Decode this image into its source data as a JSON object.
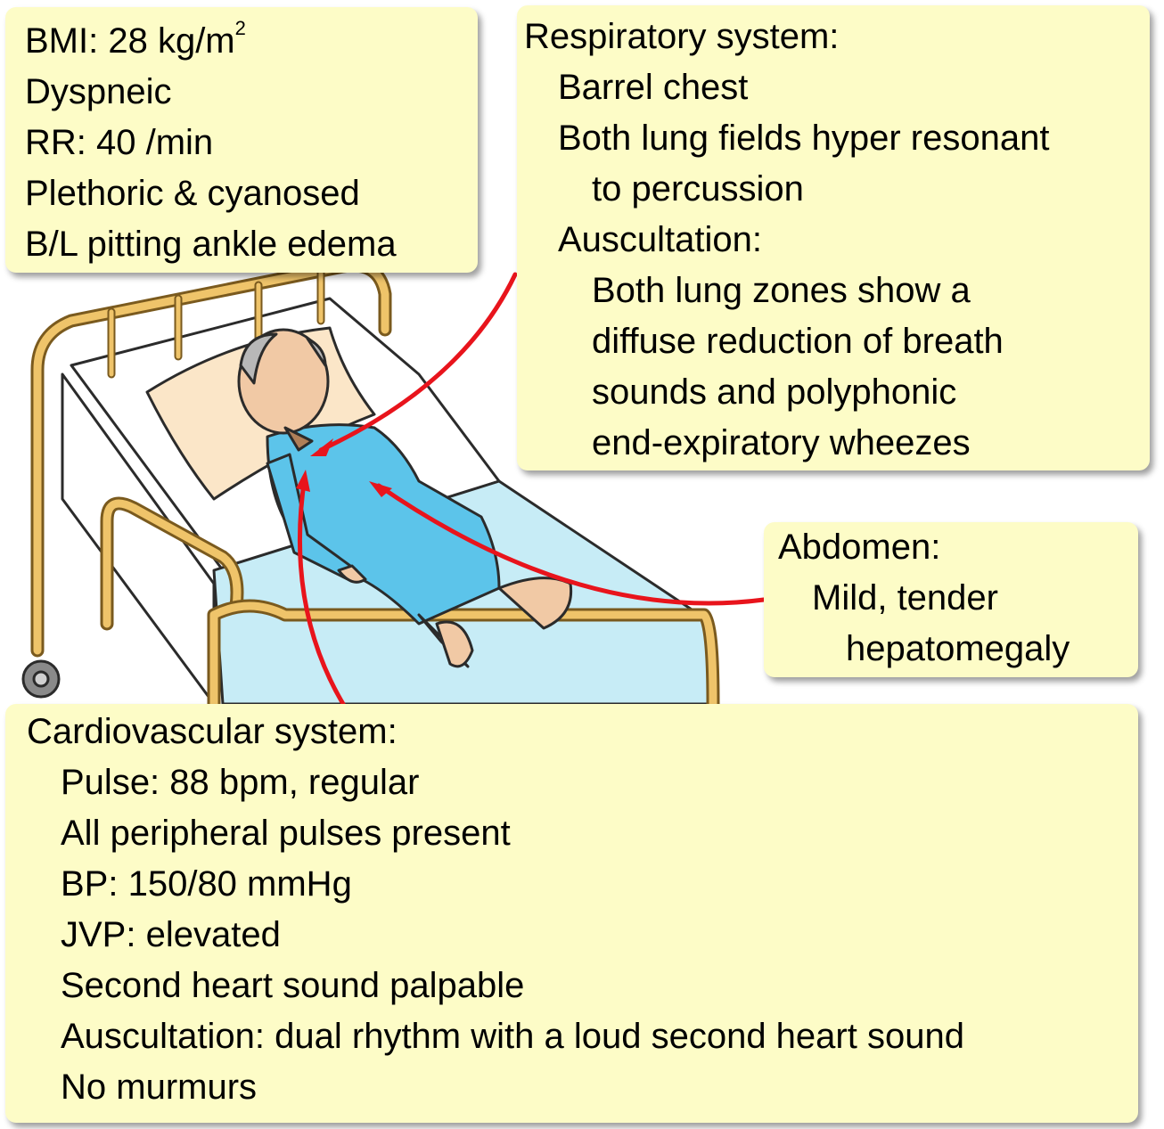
{
  "vitals": {
    "bmi": "BMI: 28 kg/m",
    "bmi_sup": "2",
    "items": [
      "Dyspneic",
      "RR: 40 /min",
      "Plethoric & cyanosed",
      "B/L pitting ankle edema"
    ]
  },
  "respiratory": {
    "heading": "Respiratory system:",
    "barrel": "Barrel chest",
    "fields_1": "Both lung fields hyper resonant",
    "fields_2": "to percussion",
    "auscultation": "Auscultation:",
    "zones": [
      "Both lung zones show a",
      "diffuse reduction of breath",
      "sounds and polyphonic",
      "end-expiratory wheezes"
    ]
  },
  "abdomen": {
    "heading": "Abdomen:",
    "line_1": "Mild, tender",
    "line_2": "hepatomegaly"
  },
  "cardiovascular": {
    "heading": "Cardiovascular system:",
    "items": [
      "Pulse: 88 bpm, regular",
      "All peripheral pulses present",
      "BP: 150/80 mmHg",
      "JVP: elevated",
      "Second heart sound palpable",
      "Auscultation: dual rhythm with a loud second heart sound",
      "No murmurs"
    ]
  },
  "colors": {
    "box_fill": "#fdfcc7",
    "arrow": "#e8141c",
    "bed_frame": "#efc46a",
    "gown": "#5cc4ea",
    "sheet": "#c7ecf6",
    "skin": "#f1c9a5"
  }
}
